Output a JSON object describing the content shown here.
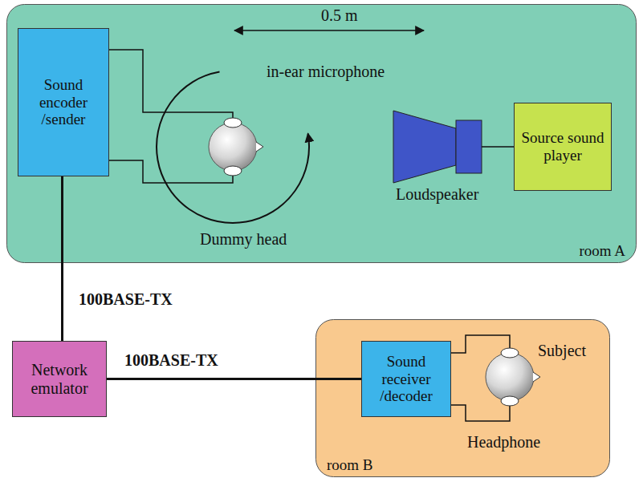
{
  "diagram": {
    "nodes": [
      {
        "text": [
          "room A"
        ]
      },
      {
        "text": [
          "Sound encoder /sender"
        ],
        "in": 0
      },
      {
        "text": [
          "Source sound player"
        ],
        "in": 0
      },
      {
        "text": [
          "Network emulator"
        ]
      },
      {
        "text": [
          "room B"
        ]
      },
      {
        "text": [
          "Sound receiver /decoder"
        ],
        "in": 4
      }
    ],
    "edges": [
      {
        "from": 1,
        "to": 3,
        "arrow": "none",
        "label": "100BASE-TX"
      },
      {
        "from": 3,
        "to": 5,
        "arrow": "none",
        "label": "100BASE-TX"
      }
    ],
    "labels": [
      "0.5 m",
      "in-ear microphone",
      "Dummy head",
      "Loudspeaker",
      "Subject",
      "Headphone"
    ]
  }
}
